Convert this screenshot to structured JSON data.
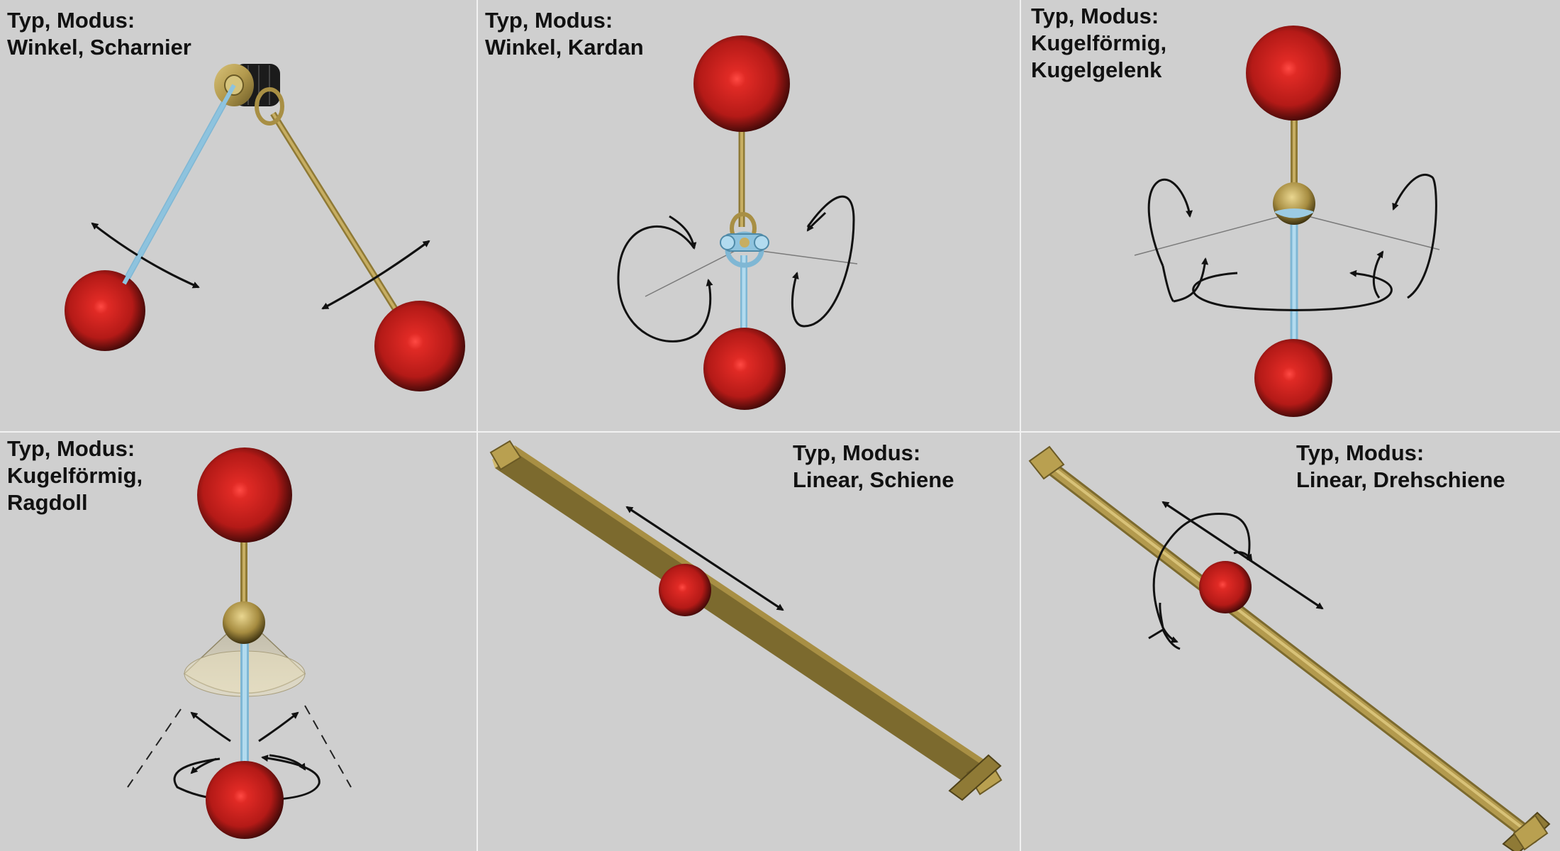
{
  "panels": [
    {
      "id": "hinge",
      "lines": [
        "Typ, Modus:",
        "Winkel, Scharnier"
      ]
    },
    {
      "id": "cardan",
      "lines": [
        "Typ, Modus:",
        "Winkel, Kardan"
      ]
    },
    {
      "id": "balljoint",
      "lines": [
        "Typ, Modus:",
        "Kugelförmig,",
        "Kugelgelenk"
      ]
    },
    {
      "id": "ragdoll",
      "lines": [
        "Typ, Modus:",
        "Kugelförmig,",
        "Ragdoll"
      ]
    },
    {
      "id": "rail",
      "lines": [
        "Typ, Modus:",
        "Linear, Schiene"
      ]
    },
    {
      "id": "twistrail",
      "lines": [
        "Typ, Modus:",
        "Linear, Drehschiene"
      ]
    }
  ],
  "colors": {
    "background": "#cfcfcf",
    "sphere": "#c0201e",
    "gold": "#b39a4e",
    "blue_rod": "#9ccbe3",
    "arrow": "#111111"
  }
}
